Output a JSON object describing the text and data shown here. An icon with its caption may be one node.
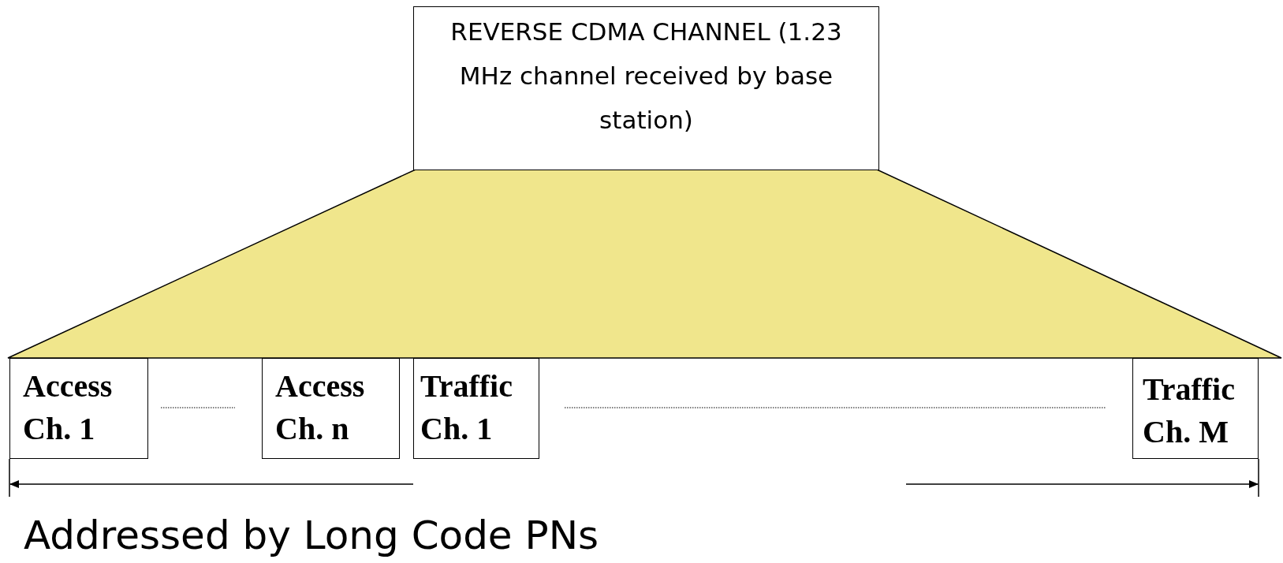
{
  "diagram": {
    "nodes": [
      {
        "text": [
          "REVERSE CDMA CHANNEL (1.23 MHz channel received by base station)"
        ]
      },
      {
        "text": [],
        "shape": "trapezoid"
      },
      {
        "text": [
          "Access Ch. 1"
        ]
      },
      {
        "text": [
          "Access Ch. n"
        ]
      },
      {
        "text": [
          "Traffic Ch. 1"
        ]
      },
      {
        "text": [
          "Traffic Ch. M"
        ]
      }
    ],
    "labels": [
      "Addressed by Long Code PNs"
    ]
  }
}
